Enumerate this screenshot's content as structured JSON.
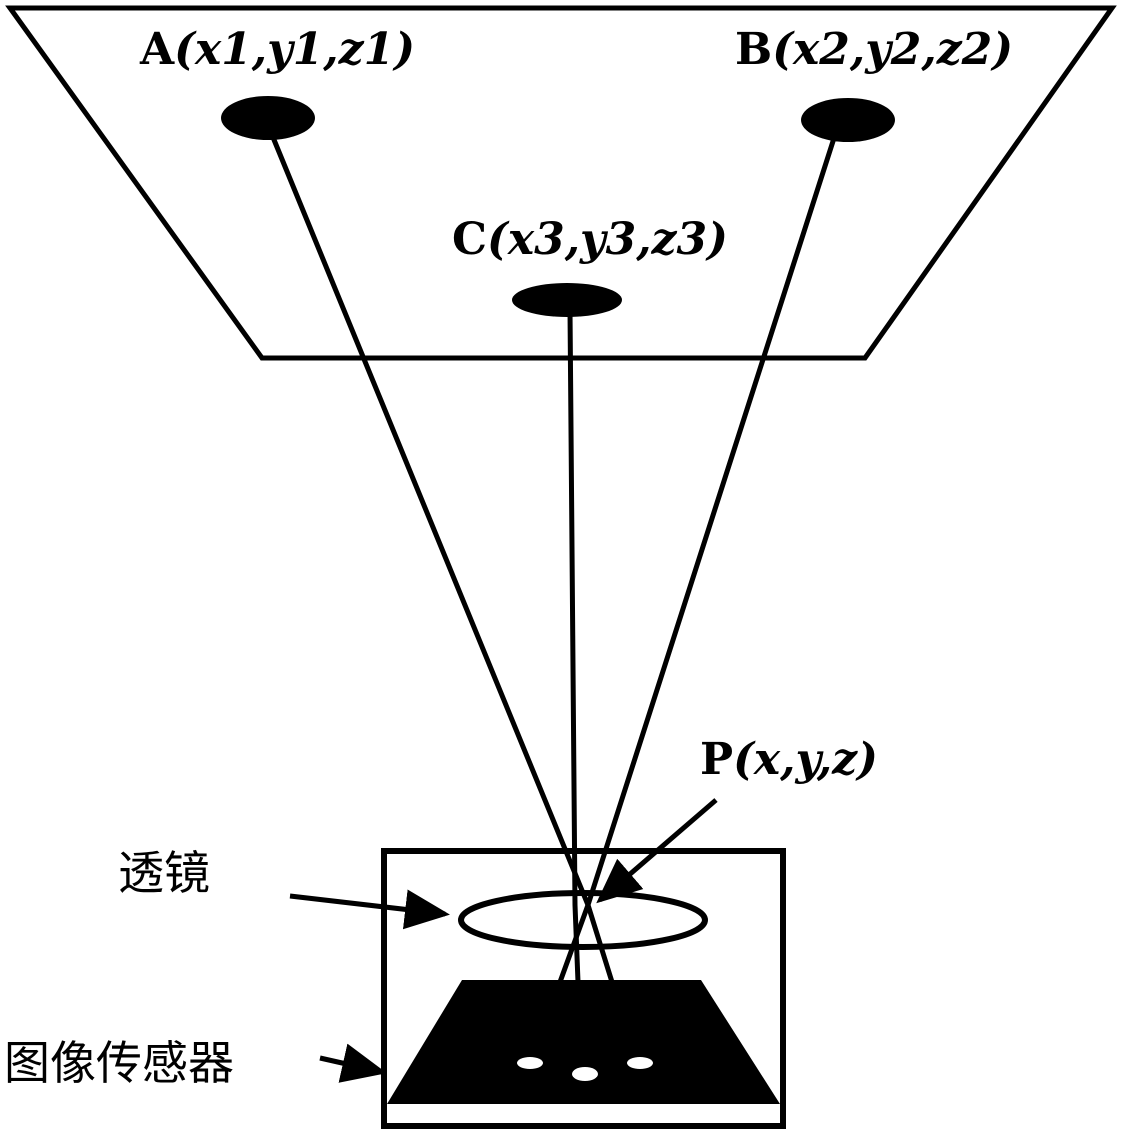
{
  "points": {
    "A": {
      "name": "A",
      "text": "(x1,y1,z1)"
    },
    "B": {
      "name": "B",
      "text": "(x2,y2,z2)"
    },
    "C": {
      "name": "C",
      "text": "(x3,y3,z3)"
    },
    "P": {
      "name": "P",
      "text": "(x,y,z)"
    }
  },
  "labels": {
    "lens": "透镜",
    "image_sensor": "图像传感器"
  }
}
